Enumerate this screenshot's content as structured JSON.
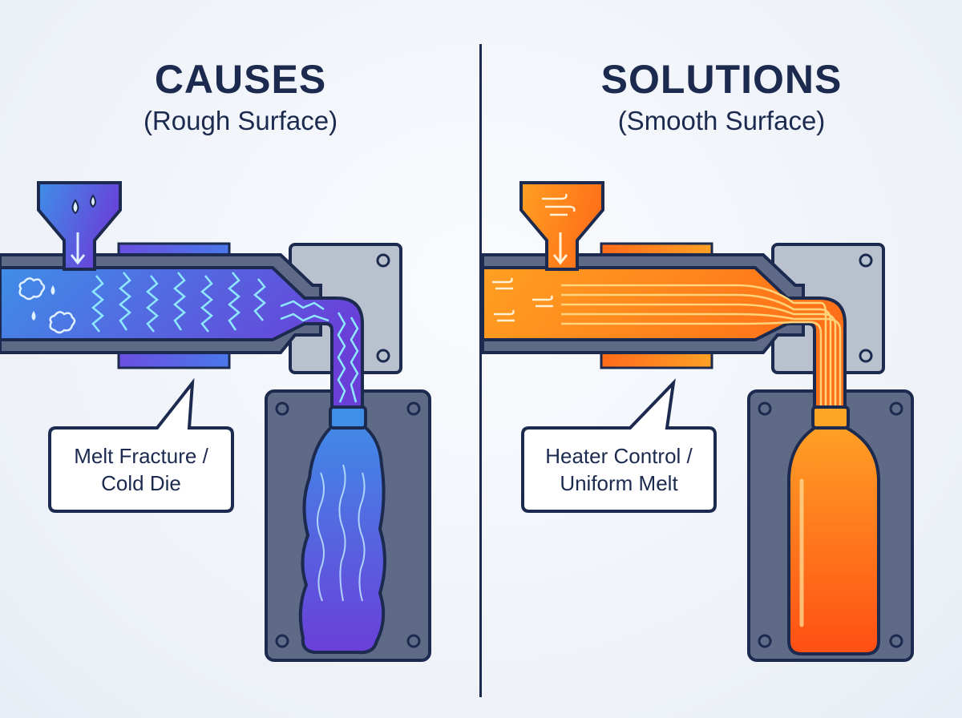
{
  "causes": {
    "title": "CAUSES",
    "subtitle": "(Rough Surface)",
    "callout": {
      "line1": "Melt Fracture /",
      "line2": "Cold Die"
    }
  },
  "solutions": {
    "title": "SOLUTIONS",
    "subtitle": "(Smooth Surface)",
    "callout": {
      "line1": "Heater Control /",
      "line2": "Uniform Melt"
    }
  },
  "colors": {
    "ink": "#1b2a4e",
    "cold_start": "#3b8de6",
    "cold_end": "#6a3fd8",
    "hot_start": "#ff9a1f",
    "hot_end": "#ff4f14",
    "machine_gray": "#5e6a86",
    "block_gray": "#b9c1cf"
  }
}
